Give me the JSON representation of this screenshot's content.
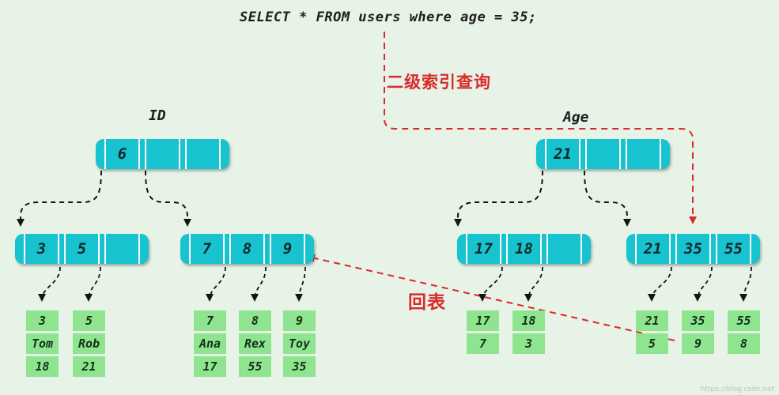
{
  "sql_query": "SELECT * FROM users where age = 35;",
  "annotations": {
    "secondary_index_query": "二级索引查询",
    "back_to_table": "回表"
  },
  "colors": {
    "background": "#e8f3e8",
    "node_fill": "#17c3ce",
    "record_fill": "#8fe48f",
    "arrow_red": "#d92b2b",
    "arrow_black": "#141414"
  },
  "id_tree": {
    "label": "ID",
    "root": {
      "keys": [
        "6",
        "",
        ""
      ]
    },
    "leaves": [
      {
        "keys": [
          "3",
          "5",
          ""
        ]
      },
      {
        "keys": [
          "7",
          "8",
          "9"
        ]
      }
    ]
  },
  "age_tree": {
    "label": "Age",
    "root": {
      "keys": [
        "21",
        "",
        ""
      ]
    },
    "leaves": [
      {
        "keys": [
          "17",
          "18",
          ""
        ]
      },
      {
        "keys": [
          "21",
          "35",
          "55"
        ]
      }
    ]
  },
  "record_groups": [
    {
      "columns": [
        {
          "cells": [
            "3",
            "Tom",
            "18"
          ]
        },
        {
          "cells": [
            "5",
            "Rob",
            "21"
          ]
        }
      ]
    },
    {
      "columns": [
        {
          "cells": [
            "7",
            "Ana",
            "17"
          ]
        },
        {
          "cells": [
            "8",
            "Rex",
            "55"
          ]
        },
        {
          "cells": [
            "9",
            "Toy",
            "35"
          ]
        }
      ]
    },
    {
      "columns": [
        {
          "cells": [
            "17",
            "7"
          ]
        },
        {
          "cells": [
            "18",
            "3"
          ]
        }
      ]
    },
    {
      "columns": [
        {
          "cells": [
            "21",
            "5"
          ]
        },
        {
          "cells": [
            "35",
            "9"
          ]
        },
        {
          "cells": [
            "55",
            "8"
          ]
        }
      ]
    }
  ],
  "watermark": "https://blog.csdn.net"
}
